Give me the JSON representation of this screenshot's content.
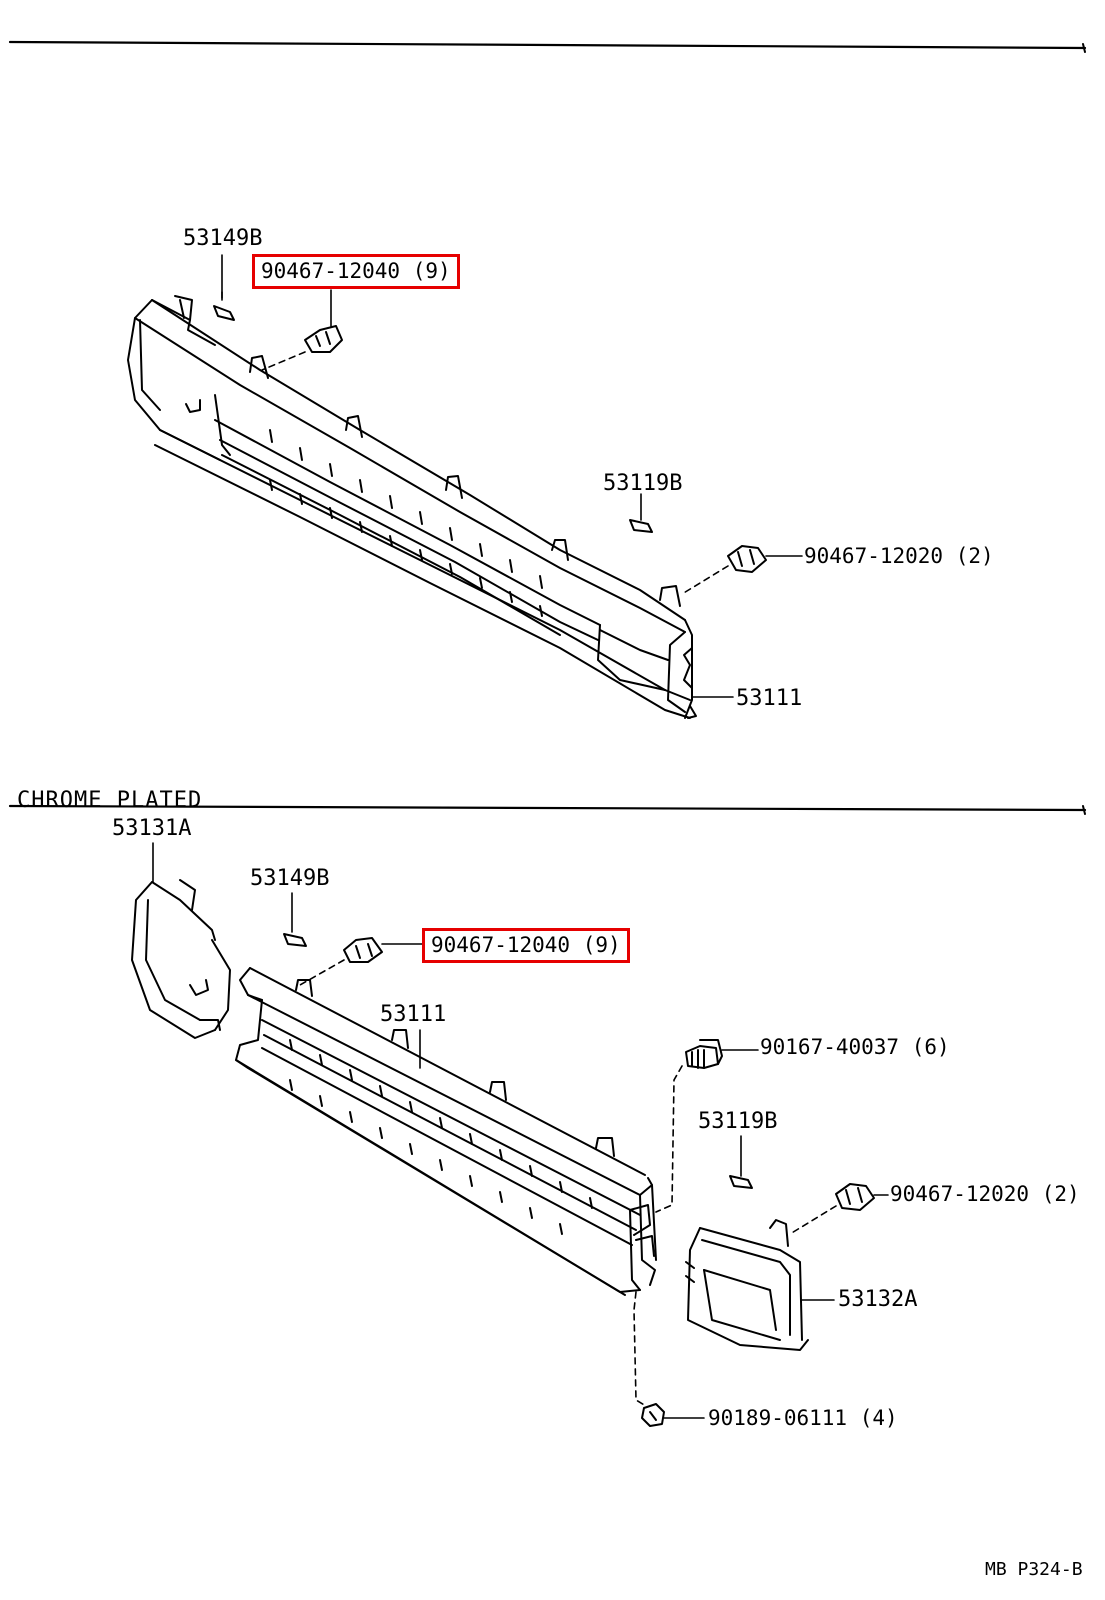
{
  "section_title": "CHROME PLATED",
  "page_ref": "MB  P324-B",
  "highlight_color": "#e60000",
  "upper_assembly": {
    "labels": {
      "clip_pin": "53149B",
      "retainer_highlighted": "90467-12040 (9)",
      "clip_pin_right": "53119B",
      "retainer_right": "90467-12020 (2)",
      "grille": "53111"
    }
  },
  "lower_assembly": {
    "labels": {
      "left_frame": "53131A",
      "clip_pin": "53149B",
      "retainer_highlighted": "90467-12040 (9)",
      "grille": "53111",
      "bolt": "90167-40037 (6)",
      "clip_pin_right": "53119B",
      "retainer_right": "90467-12020 (2)",
      "right_frame": "53132A",
      "nut": "90189-06111 (4)"
    }
  }
}
